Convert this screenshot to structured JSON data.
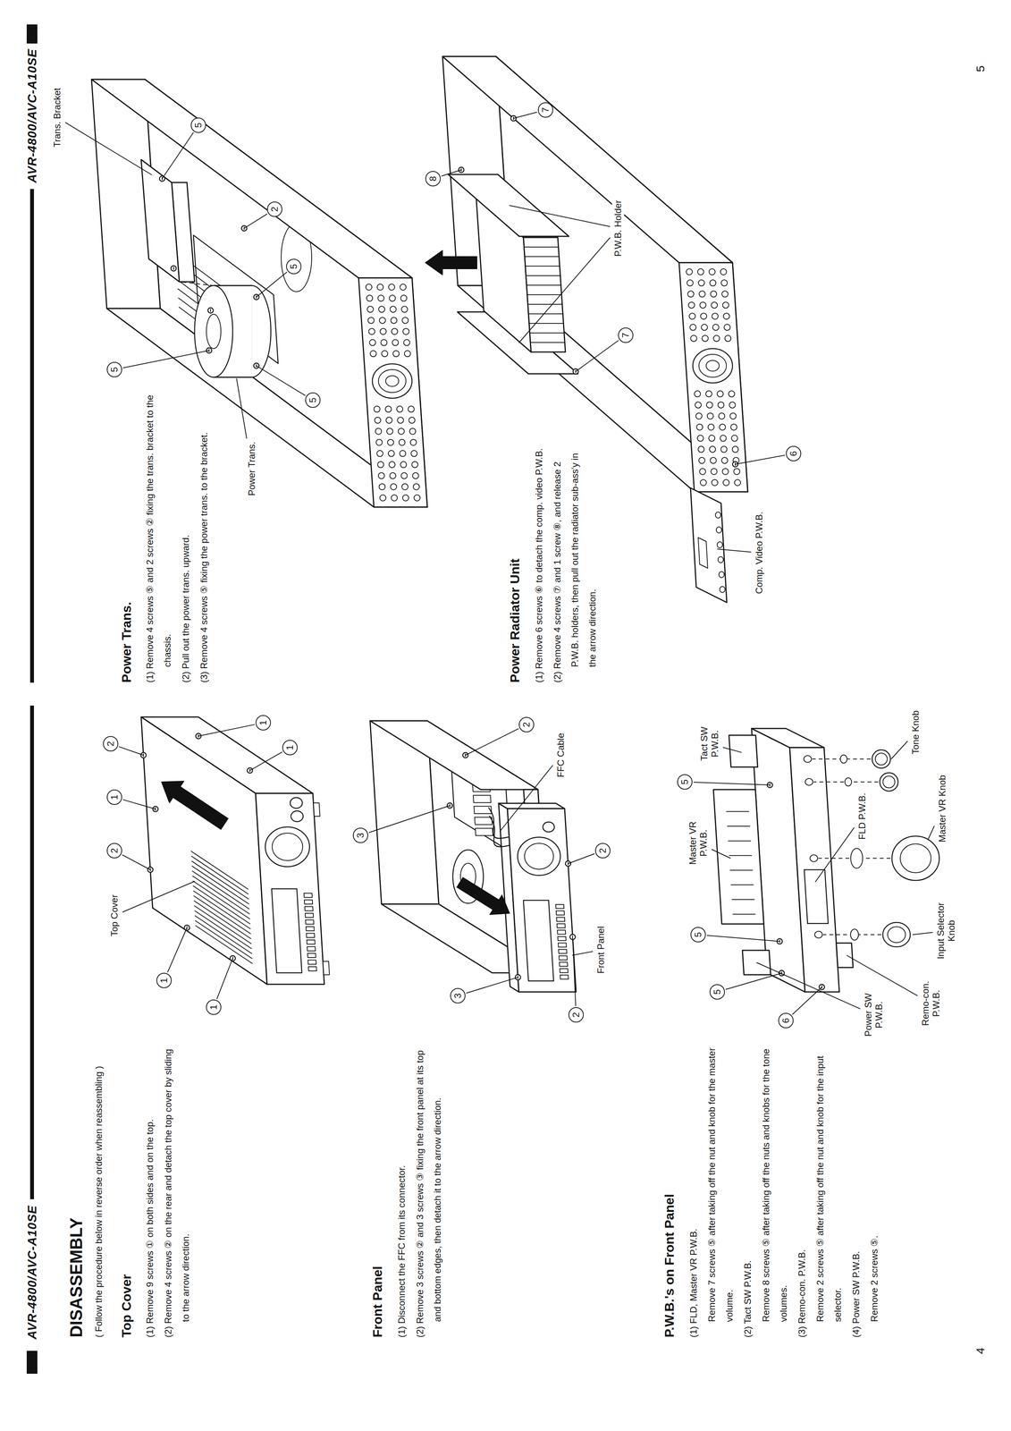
{
  "diagram": {
    "title": "DISASSEMBLY",
    "labels": [
      "AVR-4800/AVC-A10SE",
      "AVR-4800/AVC-A10SE",
      "4",
      "5",
      "( Follow the procedure below in reverse order when reassembling )",
      "Top Cover",
      "(1) Remove 9 screws ① on both sides and on the top.",
      "(2) Remove 4 screws ② on the rear and detach the top cover by sliding to the arrow direction.",
      "Front Panel",
      "(1) Disconnect the FFC from its connector.",
      "(2) Remove 3 screws ② and 3 screws ③ fixing the front panel at its top and bottom edges, then detach it to the arrow direction.",
      "P.W.B.'s on Front Panel",
      "(1) FLD, Master VR P.W.B.",
      "Remove 7 screws ⑤ after taking off the nut and knob for the master volume.",
      "(2) Tact SW P.W.B.",
      "Remove 8 screws ⑤ after taking off the nuts and knobs for the tone volumes.",
      "(3) Remo-con. P.W.B.",
      "Remove 2 screws ⑤ after taking off the nut and knob for the input selector.",
      "(4) Power SW P.W.B.",
      "Remove 2 screws ⑤.",
      "Power Trans.",
      "(1) Remove 4 screws ⑤ and 2 screws ② fixing the trans. bracket to the chassis.",
      "(2) Pull out the power trans. upward.",
      "(3) Remove 4 screws ⑤ fixing the power trans. to the bracket.",
      "Power Radiator Unit",
      "(1) Remove 6 screws ⑥ to detach the comp. video P.W.B.",
      "(2) Remove 4 screws ⑦ and 1 screw ⑧, and release 2 P.W.B. holders, then pull out the radiator sub-ass'y in the arrow direction.",
      "Top Cover",
      "1",
      "1",
      "2",
      "1",
      "2",
      "1",
      "1",
      "3",
      "3",
      "FFC Cable",
      "2",
      "Front Panel",
      "2",
      "2",
      "5",
      "5",
      "6",
      "5",
      "Power SW P.W.B.",
      "Remo-con. P.W.B.",
      "Input Selector Knob",
      "FLD P.W.B.",
      "Master VR Knob",
      "Master VR P.W.B.",
      "Tact SW P.W.B.",
      "Tone Knob",
      "Trans. Bracket",
      "5",
      "5",
      "2",
      "5",
      "5",
      "Power Trans.",
      "7",
      "8",
      "P.W.B. Holder",
      "7",
      "6",
      "Comp. Video P.W.B."
    ]
  }
}
